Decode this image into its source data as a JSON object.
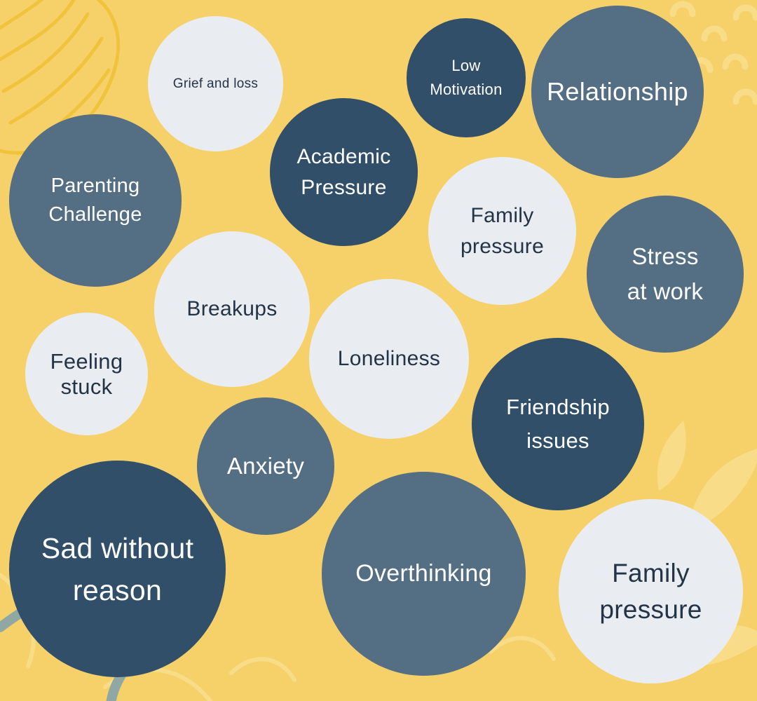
{
  "colors": {
    "background": "#F6D16A",
    "bubble_dark": "#314F69",
    "bubble_mid": "#546E84",
    "bubble_light": "#E9EDF2",
    "text_light": "#FFFFFF",
    "text_dark": "#243447",
    "decor_yellow": "#F0C33C",
    "decor_soft": "#F9DC87",
    "decor_grey": "#8FA8A3"
  },
  "topics": [
    {
      "label": "Grief and loss",
      "tone": "light"
    },
    {
      "label": "Low\nMotivation",
      "tone": "dark"
    },
    {
      "label": "Relationship",
      "tone": "mid"
    },
    {
      "label": "Parenting\nChallenge",
      "tone": "mid"
    },
    {
      "label": "Academic\nPressure",
      "tone": "dark"
    },
    {
      "label": "Family\npressure",
      "tone": "light"
    },
    {
      "label": "Stress\nat work",
      "tone": "mid"
    },
    {
      "label": "Breakups",
      "tone": "light"
    },
    {
      "label": "Feeling\nstuck",
      "tone": "light"
    },
    {
      "label": "Loneliness",
      "tone": "light"
    },
    {
      "label": "Friendship\nissues",
      "tone": "dark"
    },
    {
      "label": "Anxiety",
      "tone": "mid"
    },
    {
      "label": "Sad without\nreason",
      "tone": "dark"
    },
    {
      "label": "Overthinking",
      "tone": "mid"
    },
    {
      "label": "Family\npressure",
      "tone": "light"
    }
  ]
}
